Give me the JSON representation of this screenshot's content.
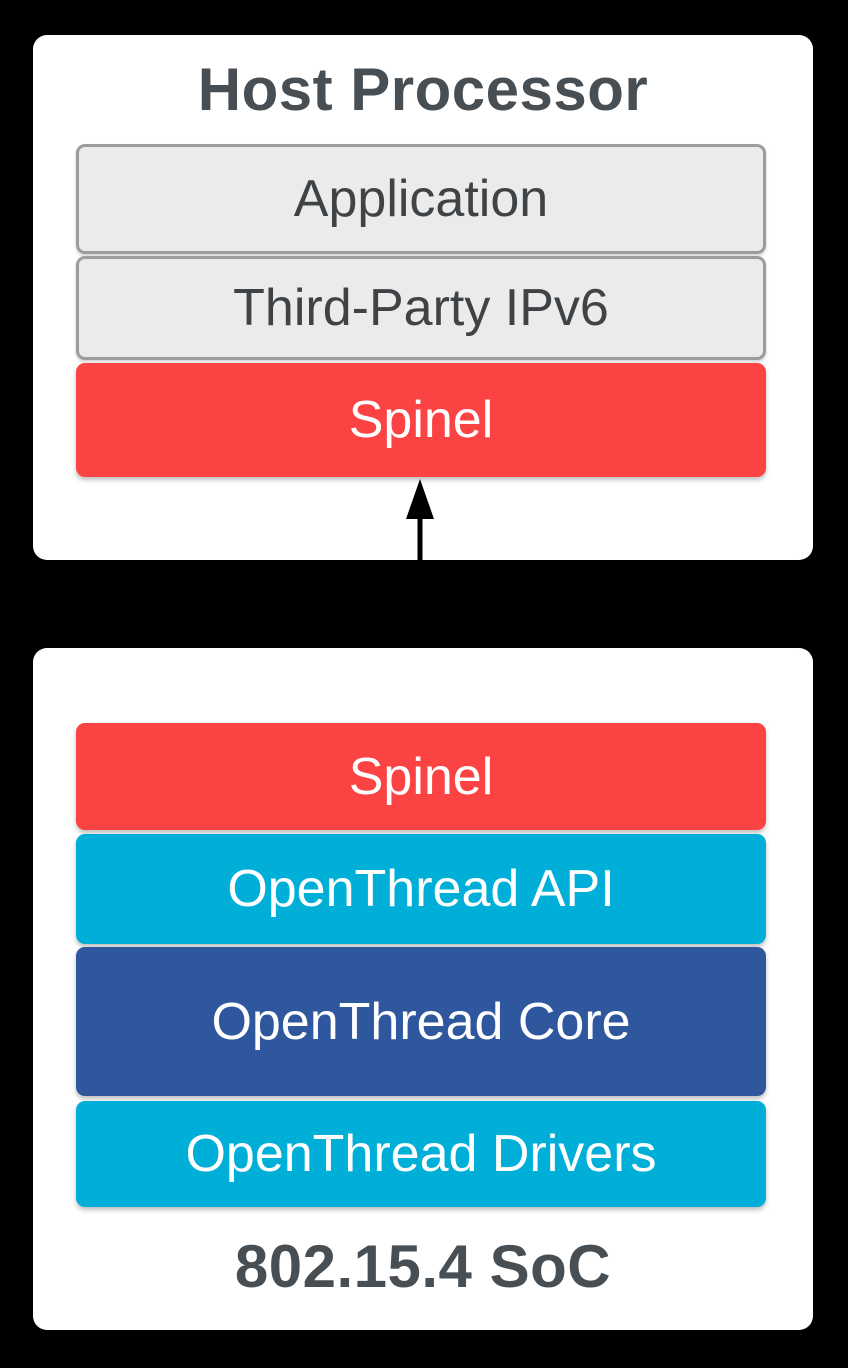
{
  "diagram": {
    "description": "OpenThread radio co-processor architecture diagram",
    "background_color": "#000000"
  },
  "host_card": {
    "title": "Host Processor",
    "layers": [
      {
        "id": "application",
        "label": "Application"
      },
      {
        "id": "third-party-ipv6",
        "label": "Third-Party IPv6"
      },
      {
        "id": "spinel",
        "label": "Spinel"
      }
    ]
  },
  "connector": {
    "icon": "bidirectional-arrow-icon",
    "meaning": "Spinel protocol link between Host Processor and 802.15.4 SoC"
  },
  "soc_card": {
    "title": "802.15.4 SoC",
    "layers": [
      {
        "id": "spinel",
        "label": "Spinel"
      },
      {
        "id": "openthread-api",
        "label": "OpenThread API"
      },
      {
        "id": "openthread-core",
        "label": "OpenThread Core"
      },
      {
        "id": "openthread-drivers",
        "label": "OpenThread Drivers"
      }
    ]
  },
  "colors": {
    "card_background": "#FFFFFF",
    "title_text": "#474E54",
    "gray_layer_fill": "#EBEBEB",
    "gray_layer_border": "#9C9C9C",
    "gray_layer_text": "#404346",
    "spinel_red": "#FC4344",
    "openthread_cyan": "#00AFD8",
    "openthread_core_blue": "#2E579D",
    "layer_text_light": "#FFFFFF",
    "arrow_black": "#000000"
  }
}
